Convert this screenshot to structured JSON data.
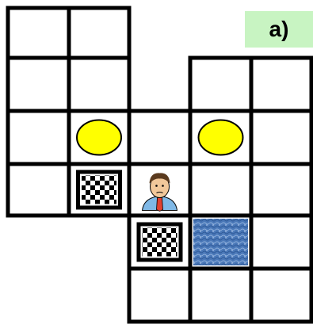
{
  "puzzle_label": "a)",
  "colors": {
    "grid_line": "#000000",
    "cell_bg": "#ffffff",
    "label_bg": "#c8f4c2",
    "ball": "#ffff00",
    "ball_outline": "#000000",
    "goal_light": "#ffffff",
    "goal_dark": "#000000",
    "water": "#4a78b8"
  },
  "board": {
    "rows": 6,
    "cols": 5,
    "cells": [
      {
        "row": 0,
        "col": 0
      },
      {
        "row": 0,
        "col": 1
      },
      {
        "row": 1,
        "col": 0
      },
      {
        "row": 1,
        "col": 1
      },
      {
        "row": 1,
        "col": 3
      },
      {
        "row": 1,
        "col": 4
      },
      {
        "row": 2,
        "col": 0
      },
      {
        "row": 2,
        "col": 1
      },
      {
        "row": 2,
        "col": 2
      },
      {
        "row": 2,
        "col": 3
      },
      {
        "row": 2,
        "col": 4
      },
      {
        "row": 3,
        "col": 0
      },
      {
        "row": 3,
        "col": 1
      },
      {
        "row": 3,
        "col": 2
      },
      {
        "row": 3,
        "col": 3
      },
      {
        "row": 3,
        "col": 4
      },
      {
        "row": 4,
        "col": 2
      },
      {
        "row": 4,
        "col": 3
      },
      {
        "row": 4,
        "col": 4
      },
      {
        "row": 5,
        "col": 2
      },
      {
        "row": 5,
        "col": 3
      },
      {
        "row": 5,
        "col": 4
      }
    ]
  },
  "pieces": [
    {
      "type": "ball",
      "icon": "yellow-ball-icon",
      "row": 2,
      "col": 1
    },
    {
      "type": "ball",
      "icon": "yellow-ball-icon",
      "row": 2,
      "col": 3
    },
    {
      "type": "goal",
      "icon": "checkered-goal-icon",
      "row": 3,
      "col": 1
    },
    {
      "type": "goal",
      "icon": "checkered-goal-icon",
      "row": 4,
      "col": 2
    },
    {
      "type": "player",
      "icon": "man-portrait-icon",
      "row": 3,
      "col": 2
    },
    {
      "type": "water",
      "icon": "water-tile-icon",
      "row": 4,
      "col": 3
    }
  ]
}
